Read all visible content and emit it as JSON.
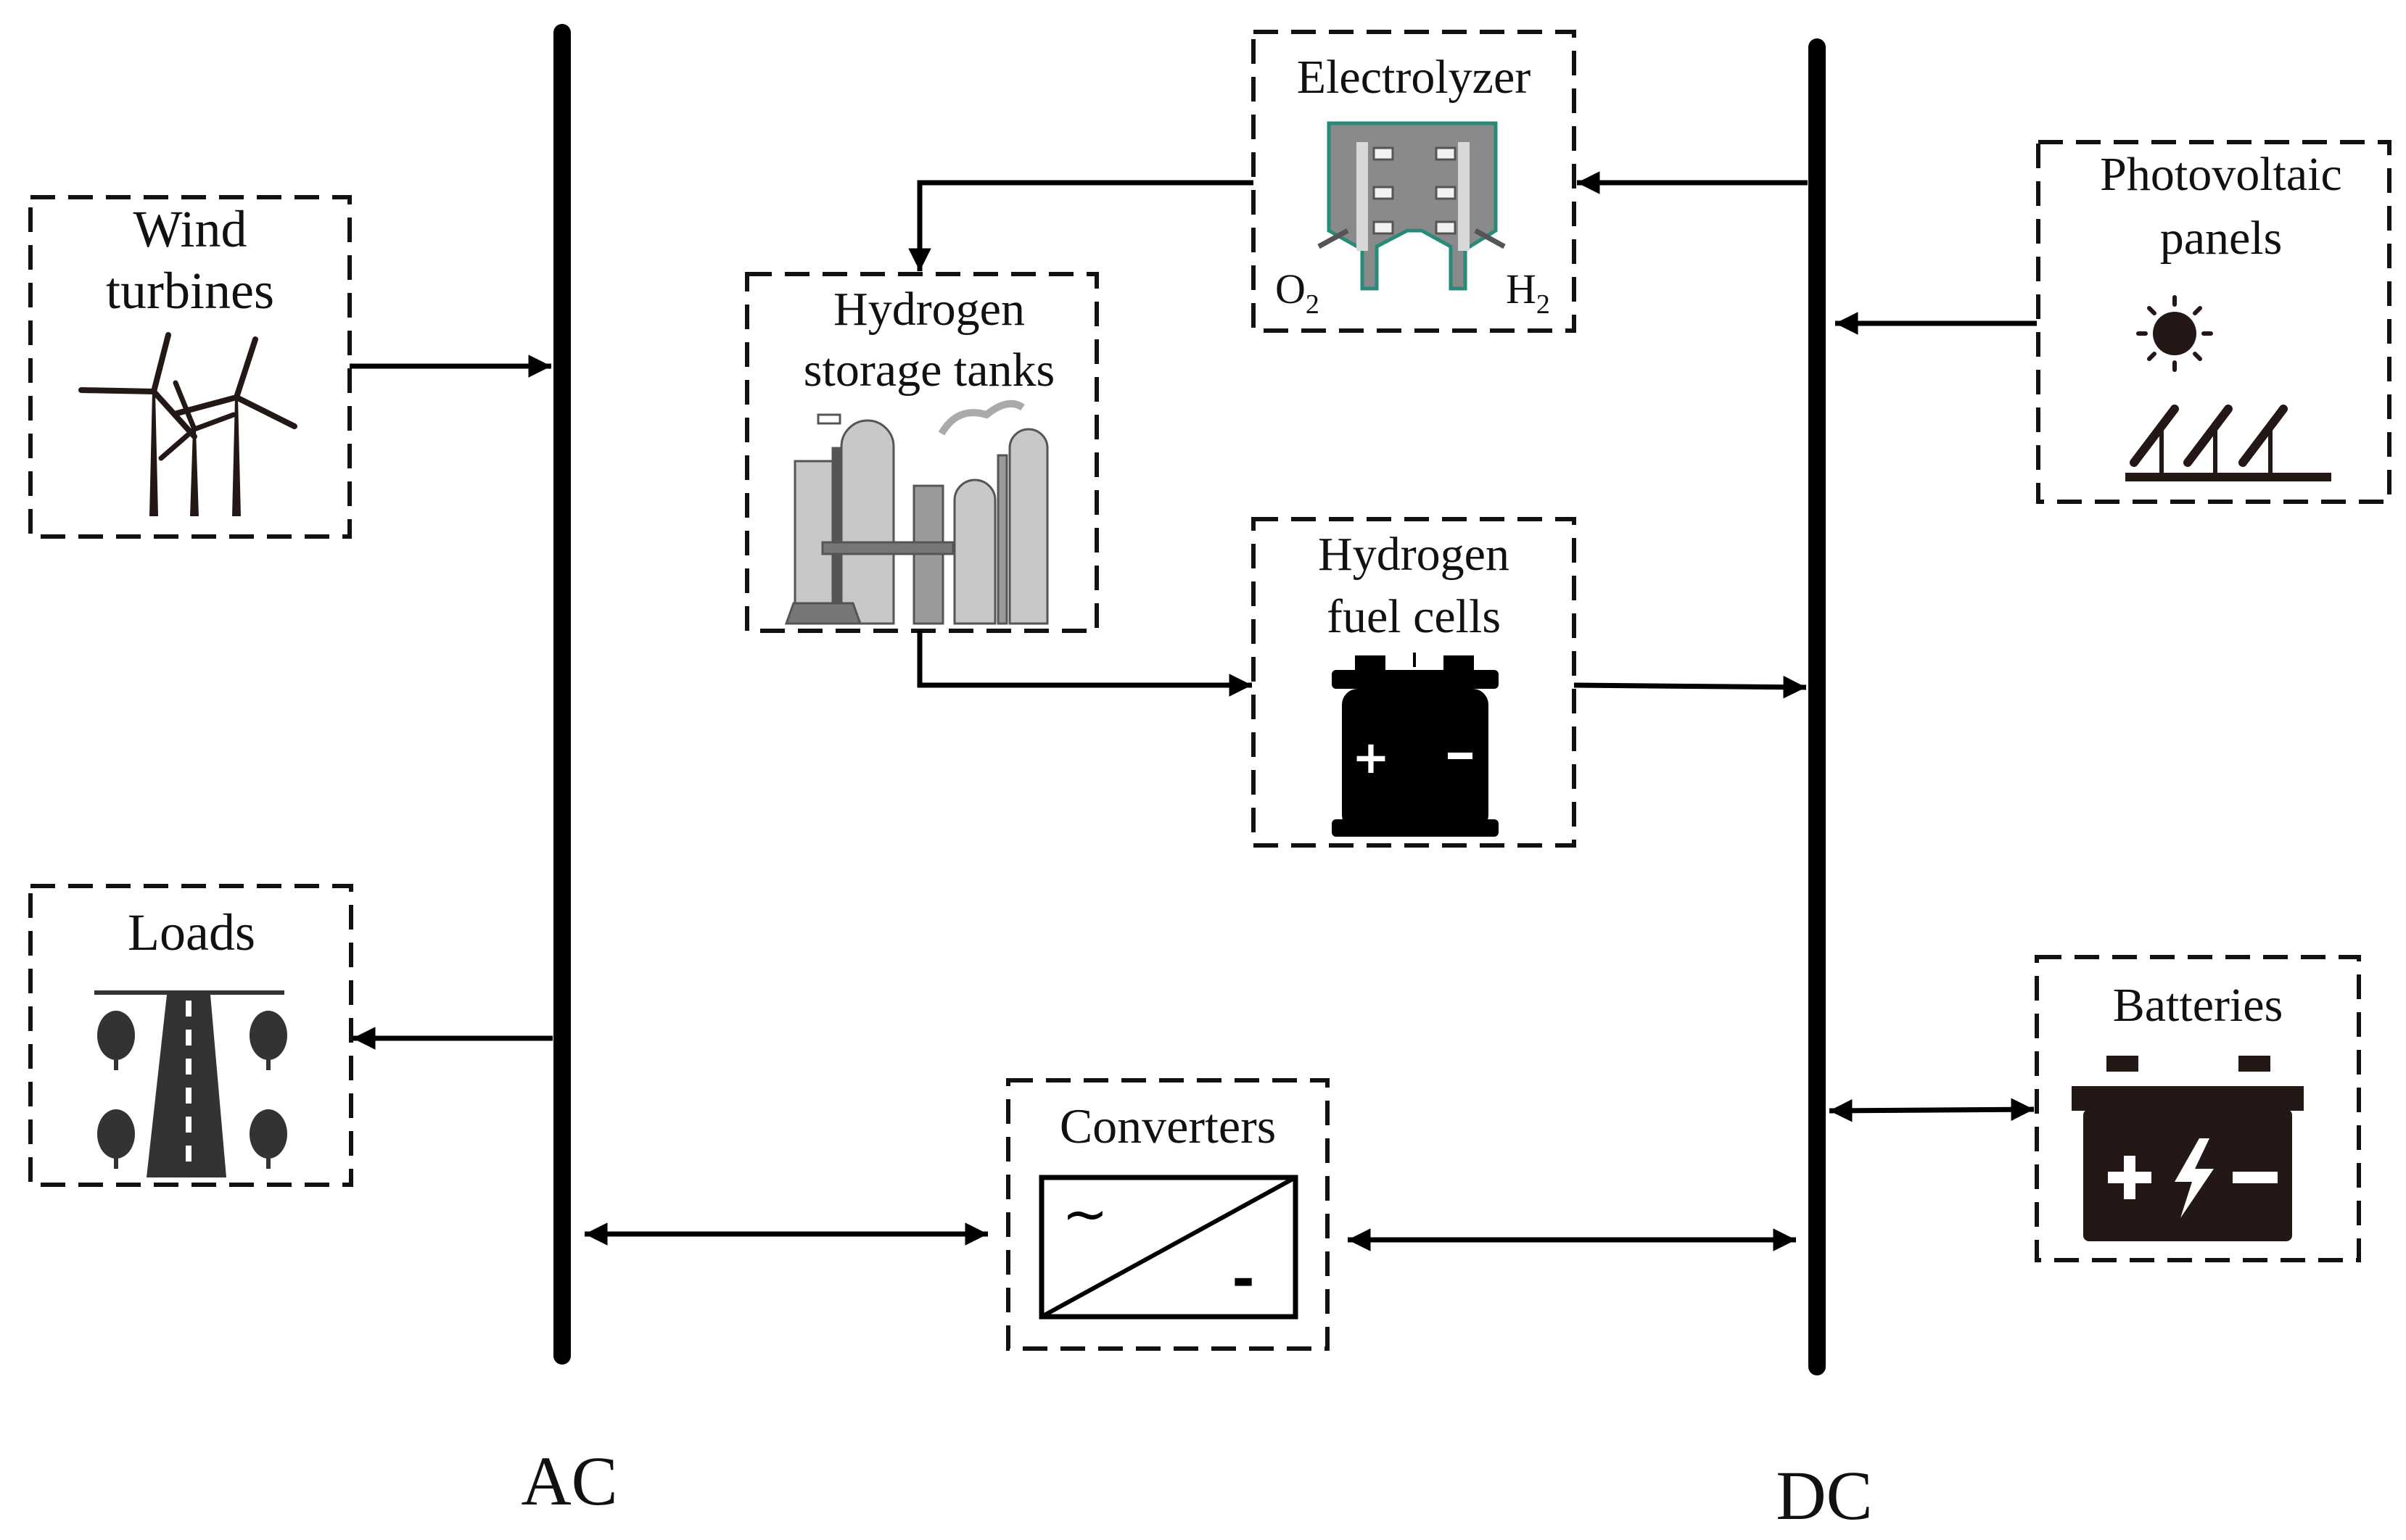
{
  "buses": {
    "ac": "AC",
    "dc": "DC"
  },
  "components": {
    "wind": {
      "line1": "Wind",
      "line2": "turbines"
    },
    "loads": {
      "line1": "Loads"
    },
    "electrolyzer": {
      "line1": "Electrolyzer",
      "o2": "O",
      "o2_sub": "2",
      "h2": "H",
      "h2_sub": "2"
    },
    "storage": {
      "line1": "Hydrogen",
      "line2": "storage tanks"
    },
    "fuel_cells": {
      "line1": "Hydrogen",
      "line2": "fuel cells"
    },
    "converters": {
      "line1": "Converters",
      "ac_symbol": "~",
      "dc_symbol": "-"
    },
    "pv": {
      "line1": "Photovoltaic",
      "line2": "panels"
    },
    "batteries": {
      "line1": "Batteries"
    }
  },
  "colors": {
    "line": "#000000",
    "icon_dark": "#231815",
    "road": "#333333",
    "tank_light": "#c8c8c8",
    "tank_mid": "#9a9a9a",
    "electrolyzer_fill": "#8a8a8a",
    "electrolyzer_edge": "#2a8a7a"
  },
  "icons": {
    "wind": "wind-turbines-icon",
    "loads": "road-with-trees-icon",
    "electrolyzer": "electrolyzer-cell-icon",
    "storage": "hydrogen-plant-tanks-icon",
    "fuel_cells": "fuel-cell-battery-icon",
    "converters": "ac-dc-converter-icon",
    "pv": "sun-and-solar-panels-icon",
    "batteries": "car-battery-icon"
  }
}
